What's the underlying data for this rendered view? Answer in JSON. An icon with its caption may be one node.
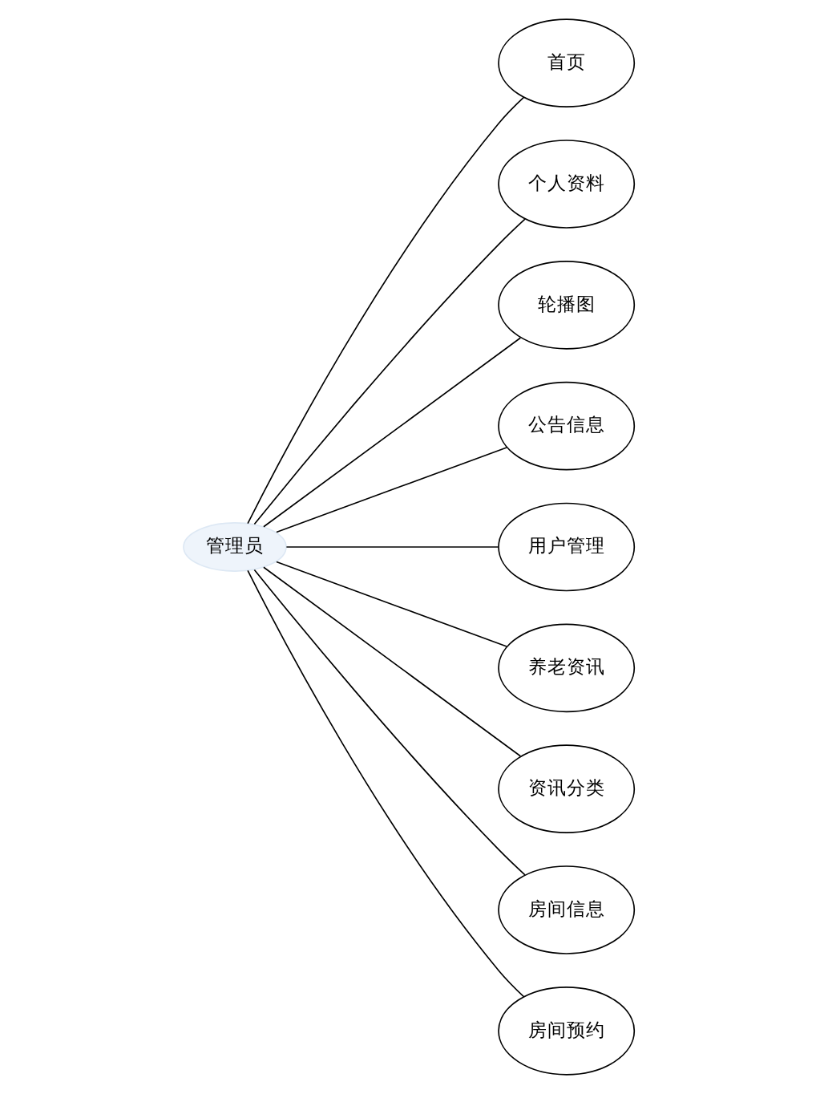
{
  "diagram": {
    "nodes": [
      {
        "text": [
          "管理员"
        ]
      },
      {
        "text": [
          "首页"
        ]
      },
      {
        "text": [
          "个人资料"
        ]
      },
      {
        "text": [
          "轮播图"
        ]
      },
      {
        "text": [
          "公告信息"
        ]
      },
      {
        "text": [
          "用户管理"
        ]
      },
      {
        "text": [
          "养老资讯"
        ]
      },
      {
        "text": [
          "资讯分类"
        ]
      },
      {
        "text": [
          "房间信息"
        ]
      },
      {
        "text": [
          "房间预约"
        ]
      }
    ],
    "edges": [
      {
        "from": 0,
        "to": 1,
        "arrow": "none"
      },
      {
        "from": 0,
        "to": 2,
        "arrow": "none"
      },
      {
        "from": 0,
        "to": 3,
        "arrow": "none"
      },
      {
        "from": 0,
        "to": 4,
        "arrow": "none"
      },
      {
        "from": 0,
        "to": 5,
        "arrow": "none"
      },
      {
        "from": 0,
        "to": 6,
        "arrow": "none"
      },
      {
        "from": 0,
        "to": 7,
        "arrow": "none"
      },
      {
        "from": 0,
        "to": 8,
        "arrow": "none"
      },
      {
        "from": 0,
        "to": 9,
        "arrow": "none"
      }
    ]
  }
}
